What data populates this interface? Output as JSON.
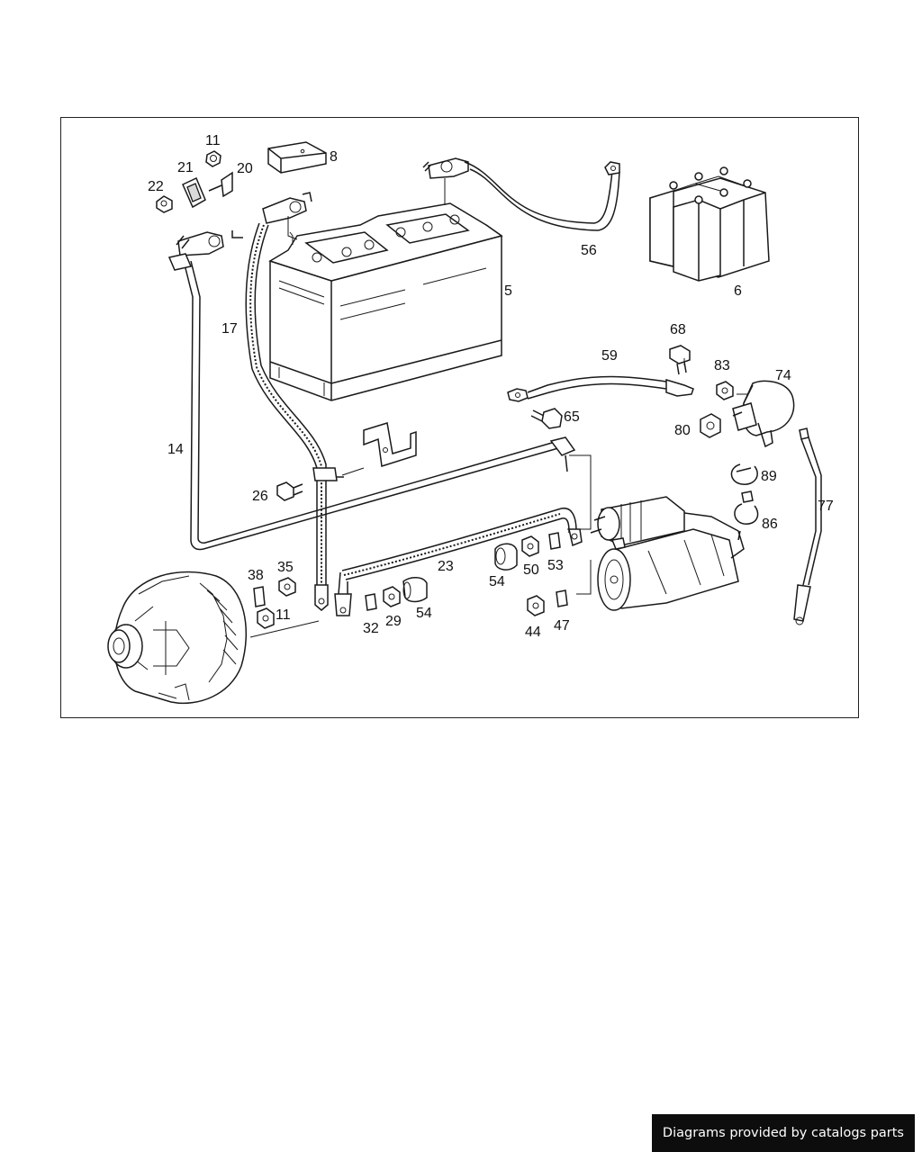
{
  "footer": {
    "credit": "Diagrams provided by catalogs parts"
  },
  "labels": {
    "l8": "8",
    "l11a": "11",
    "l21": "21",
    "l20": "20",
    "l22": "22",
    "l56": "56",
    "l5": "5",
    "l6": "6",
    "l17": "17",
    "l14": "14",
    "l68": "68",
    "l59": "59",
    "l83": "83",
    "l74": "74",
    "l65": "65",
    "l80": "80",
    "l89": "89",
    "l26": "26",
    "l77": "77",
    "l86": "86",
    "l23": "23",
    "l54a": "54",
    "l50": "50",
    "l53": "53",
    "l38": "38",
    "l35": "35",
    "l11b": "11",
    "l32": "32",
    "l29": "29",
    "l54b": "54",
    "l44": "44",
    "l47": "47"
  }
}
